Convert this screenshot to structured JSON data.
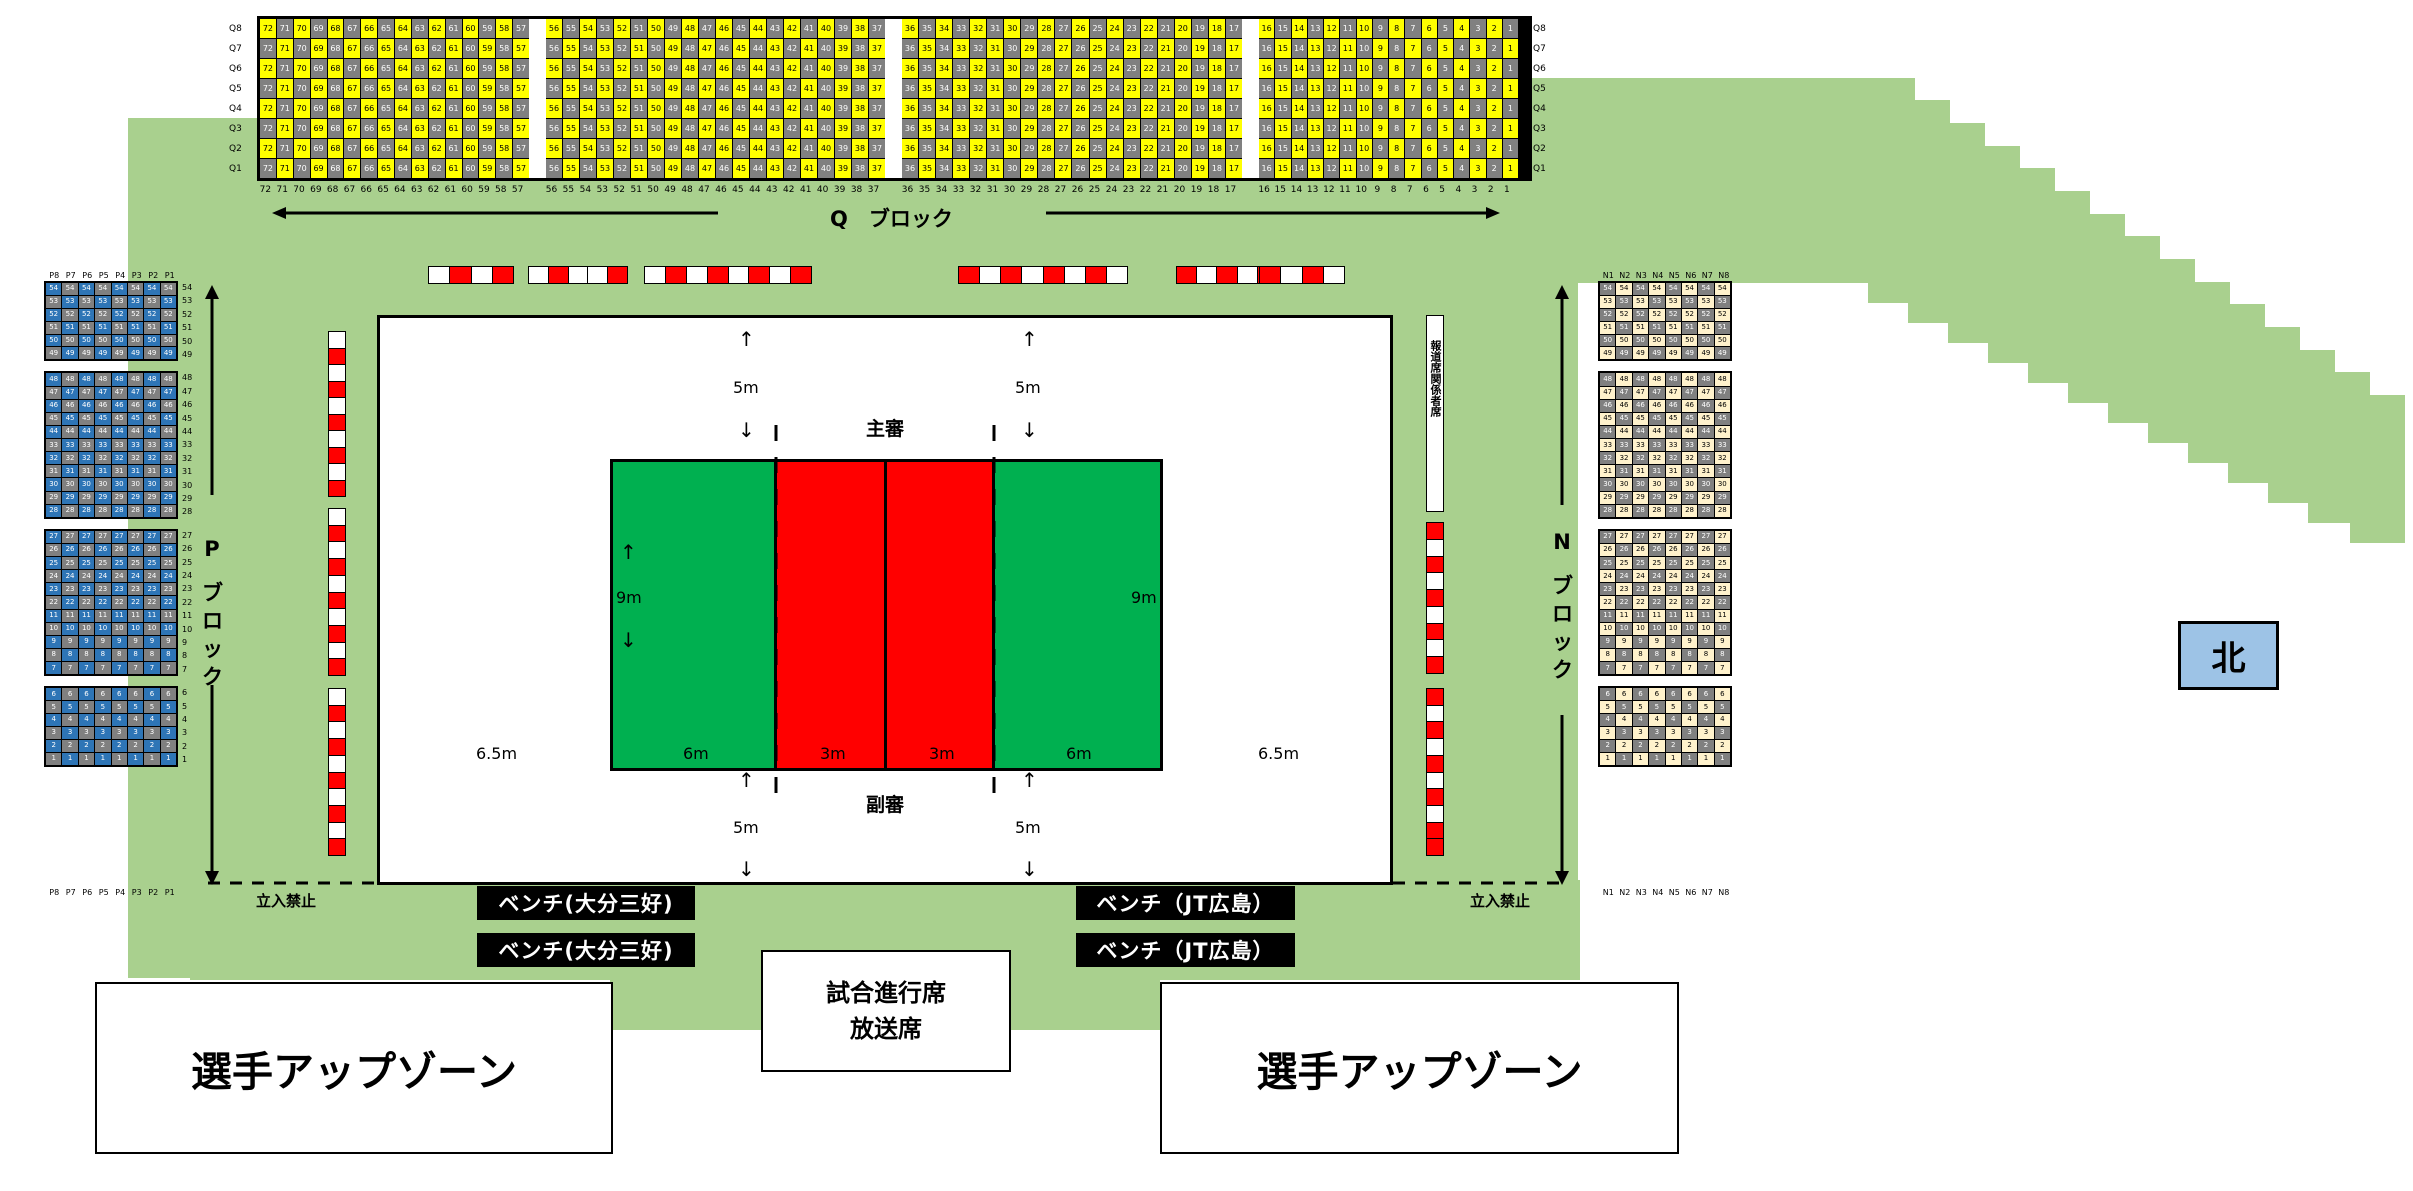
{
  "q_block": {
    "label": "Q　ブロック",
    "rows": [
      "Q8",
      "Q7",
      "Q6",
      "Q5",
      "Q4",
      "Q3",
      "Q2",
      "Q1"
    ],
    "section1": [
      "72",
      "71",
      "70",
      "69",
      "68",
      "67",
      "66",
      "65",
      "64",
      "63",
      "62",
      "61",
      "60",
      "59",
      "58",
      "57"
    ],
    "section2": [
      "56",
      "55",
      "54",
      "53",
      "52",
      "51",
      "50",
      "49",
      "48",
      "47",
      "46",
      "45",
      "44",
      "43",
      "42",
      "41",
      "40",
      "39",
      "38",
      "37"
    ],
    "section3": [
      "36",
      "35",
      "34",
      "33",
      "32",
      "31",
      "30",
      "29",
      "28",
      "27",
      "26",
      "25",
      "24",
      "23",
      "22",
      "21",
      "20",
      "19",
      "18",
      "17"
    ],
    "section4": [
      "16",
      "15",
      "14",
      "13",
      "12",
      "11",
      "10",
      "9",
      "8",
      "7",
      "6",
      "5",
      "4",
      "3",
      "2",
      "1"
    ]
  },
  "p_block": {
    "label": "P\nブ\nロ\nッ\nク",
    "label_lines": [
      "P",
      "ブ",
      "ロ",
      "ッ",
      "ク"
    ],
    "cols": [
      "P8",
      "P7",
      "P6",
      "P5",
      "P4",
      "P3",
      "P2",
      "P1"
    ],
    "rows_top": [
      "54",
      "53",
      "52",
      "51",
      "50",
      "49"
    ],
    "rows_mid1": [
      "48",
      "47",
      "46",
      "45",
      "44",
      "33",
      "32",
      "31",
      "30",
      "29",
      "28"
    ],
    "rows_mid2": [
      "27",
      "26",
      "25",
      "24",
      "23",
      "22",
      "11",
      "10",
      "9",
      "8",
      "7"
    ],
    "rows_bot": [
      "6",
      "5",
      "4",
      "3",
      "2",
      "1"
    ]
  },
  "n_block": {
    "label_lines": [
      "N",
      "ブ",
      "ロ",
      "ッ",
      "ク"
    ],
    "cols": [
      "N1",
      "N2",
      "N3",
      "N4",
      "N5",
      "N6",
      "N7",
      "N8"
    ]
  },
  "court": {
    "chief_referee": "主審",
    "second_referee": "副審",
    "dist_5m": "5m",
    "dist_9m": "9m",
    "dist_6m": "6m",
    "dist_3m": "3m",
    "dist_65m": "6.5m",
    "arrow_up": "↑",
    "arrow_down": "↓"
  },
  "press_seat": "報道席関係者席",
  "no_entry": "立入禁止",
  "benches": {
    "left_1": "ベンチ(大分三好)",
    "left_2": "ベンチ(大分三好)",
    "right_1": "ベンチ（JT広島）",
    "right_2": "ベンチ（JT広島）"
  },
  "officials": {
    "line1": "試合進行席",
    "line2": "放送席"
  },
  "warmup_left": "選手アップゾーン",
  "warmup_right": "選手アップゾーン",
  "north": "北",
  "colors": {
    "field_green": "#a9d08e",
    "court_green": "#00b050",
    "court_red": "#ff0000",
    "seat_yellow": "#ffff00",
    "seat_gray": "#808080",
    "seat_blue": "#2e75b6",
    "seat_cream": "#fff2cc",
    "north_blue": "#9dc3e6"
  }
}
